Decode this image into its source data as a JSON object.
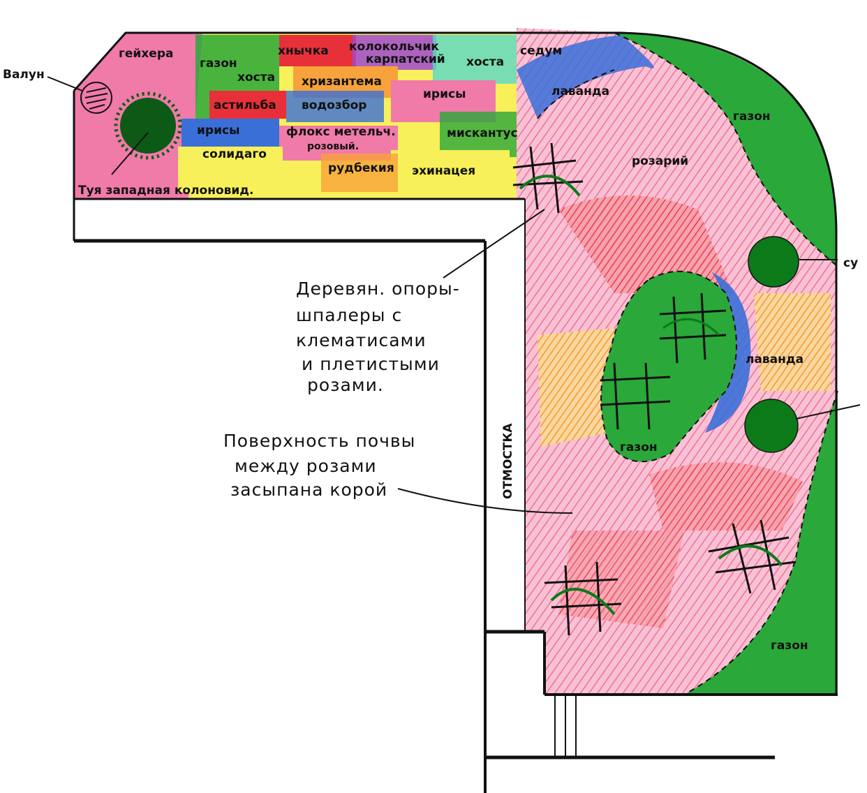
{
  "colors": {
    "pink": "#f07aa8",
    "red": "#e8303a",
    "yellow": "#f7f05a",
    "orange": "#f7a23a",
    "green": "#2aa83a",
    "dark_green": "#0d5a16",
    "blue": "#3a6fd8",
    "purple": "#a04ad0",
    "cyan": "#58d8c8",
    "outline": "#111111"
  },
  "labels": {
    "valun": "Валун",
    "geykhera": "гейхера",
    "gazon_top": "газон",
    "khosta1": "хоста",
    "khosta2": "хоста",
    "kholodok": "хнычка",
    "kolokolchik1": "колокольчик",
    "kolokolchik2": "карпатский",
    "sedum": "седум",
    "khrizantema": "хризантема",
    "irisy_top": "ирисы",
    "lavanda_top": "лаванда",
    "astilba": "астильба",
    "vodosbor": "водозбор",
    "miskantus": "мискантус",
    "irisy_left": "ирисы",
    "floks1": "флокс метельч.",
    "floks2": "розовый.",
    "solidago": "солидаго",
    "rudbekiya": "рудбекия",
    "ekhinatseya": "эхинацея",
    "rozariy": "розарий",
    "gazon_right": "газон",
    "tuya": "Туя западная колоновид.",
    "lavanda_mid": "лаванда",
    "gazon_mid": "газон",
    "gazon_bottom": "газон",
    "otmostka": "ОТМОСТКА",
    "edge_su": "су"
  },
  "notes": {
    "supports": [
      "Деревян. опоры-",
      "шпалеры с",
      "клематисами",
      "и плетистыми",
      "розами."
    ],
    "soil": [
      "Поверхность почвы",
      "между розами",
      "засыпана корой"
    ]
  }
}
